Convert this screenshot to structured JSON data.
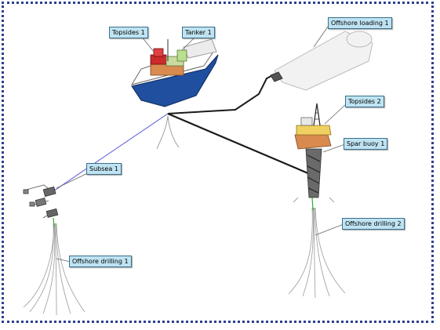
{
  "labels": {
    "topsides_1": "Topsides 1",
    "tanker_1": "Tanker 1",
    "offshore_loading_1": "Offshore loading 1",
    "topsides_2": "Topsides 2",
    "spar_buoy_1": "Spar buoy 1",
    "subsea_1": "Subsea 1",
    "offshore_drilling_2": "Offshore drilling 2",
    "offshore_drilling_1": "Offshore drilling 1"
  },
  "colors": {
    "frame": "#2a3f8f",
    "label_bg": "#bfe3f2",
    "hull_blue": "#1f4f9e",
    "pipe": "#1a1a1a",
    "flowline_blue": "#7070e0"
  }
}
